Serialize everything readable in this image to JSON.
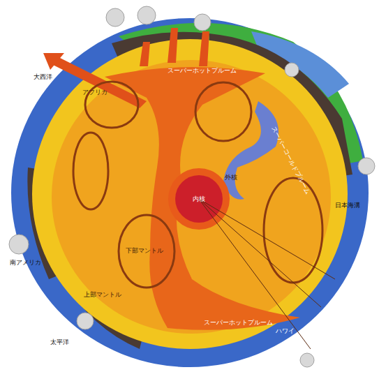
{
  "diagram": {
    "nodes": [
      {
        "text": [
          "内核"
        ]
      }
    ],
    "labels": [
      "スーパーホットプルーム",
      "大西洋",
      "アフリカ",
      "スーパーコールドプルーム",
      "外核",
      "下部マントル",
      "上部マントル",
      "日本海溝",
      "南アメリカ",
      "太平洋",
      "ハワイ",
      "スーパーホットプルーム"
    ]
  }
}
